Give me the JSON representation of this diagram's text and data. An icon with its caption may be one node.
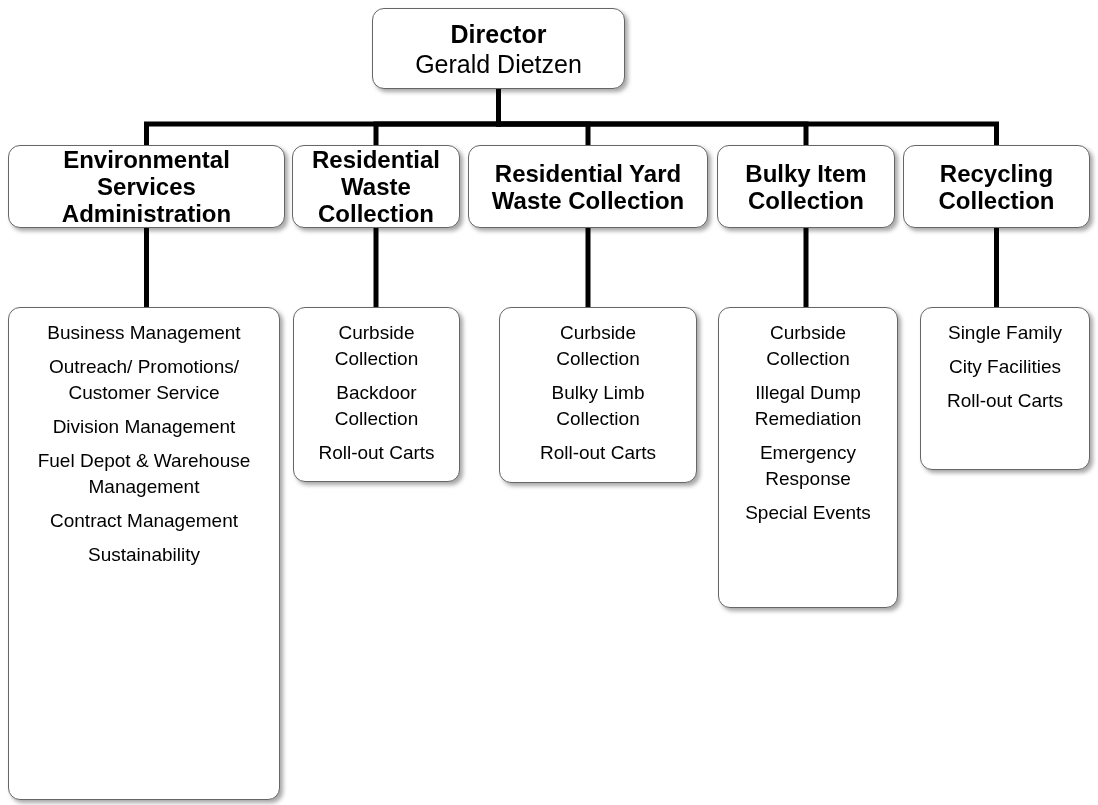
{
  "diagram": {
    "nodes": [
      {
        "text": [
          "Director",
          "Gerald Dietzen"
        ]
      },
      {
        "text": [
          "Environmental Services Administration"
        ]
      },
      {
        "text": [
          "Residential Waste Collection"
        ]
      },
      {
        "text": [
          "Residential Yard Waste Collection"
        ]
      },
      {
        "text": [
          "Bulky Item Collection"
        ]
      },
      {
        "text": [
          "Recycling Collection"
        ]
      },
      {
        "text": [
          "Business Management",
          "Outreach/ Promotions/ Customer Service",
          "Division Management",
          "Fuel Depot & Warehouse Management",
          "Contract Management",
          "Sustainability"
        ]
      },
      {
        "text": [
          "Curbside Collection",
          "Backdoor Collection",
          "Roll-out Carts"
        ]
      },
      {
        "text": [
          "Curbside Collection",
          "Bulky Limb Collection",
          "Roll-out Carts"
        ]
      },
      {
        "text": [
          "Curbside Collection",
          "Illegal Dump Remediation",
          "Emergency Response",
          "Special Events"
        ]
      },
      {
        "text": [
          "Single Family",
          "City Facilities",
          "Roll-out Carts"
        ]
      }
    ],
    "edges": [
      {
        "from": 0,
        "to": 1,
        "arrow": "none"
      },
      {
        "from": 0,
        "to": 2,
        "arrow": "none"
      },
      {
        "from": 0,
        "to": 3,
        "arrow": "none"
      },
      {
        "from": 0,
        "to": 4,
        "arrow": "none"
      },
      {
        "from": 0,
        "to": 5,
        "arrow": "none"
      },
      {
        "from": 1,
        "to": 6,
        "arrow": "none"
      },
      {
        "from": 2,
        "to": 7,
        "arrow": "none"
      },
      {
        "from": 3,
        "to": 8,
        "arrow": "none"
      },
      {
        "from": 4,
        "to": 9,
        "arrow": "none"
      },
      {
        "from": 5,
        "to": 10,
        "arrow": "none"
      }
    ]
  }
}
